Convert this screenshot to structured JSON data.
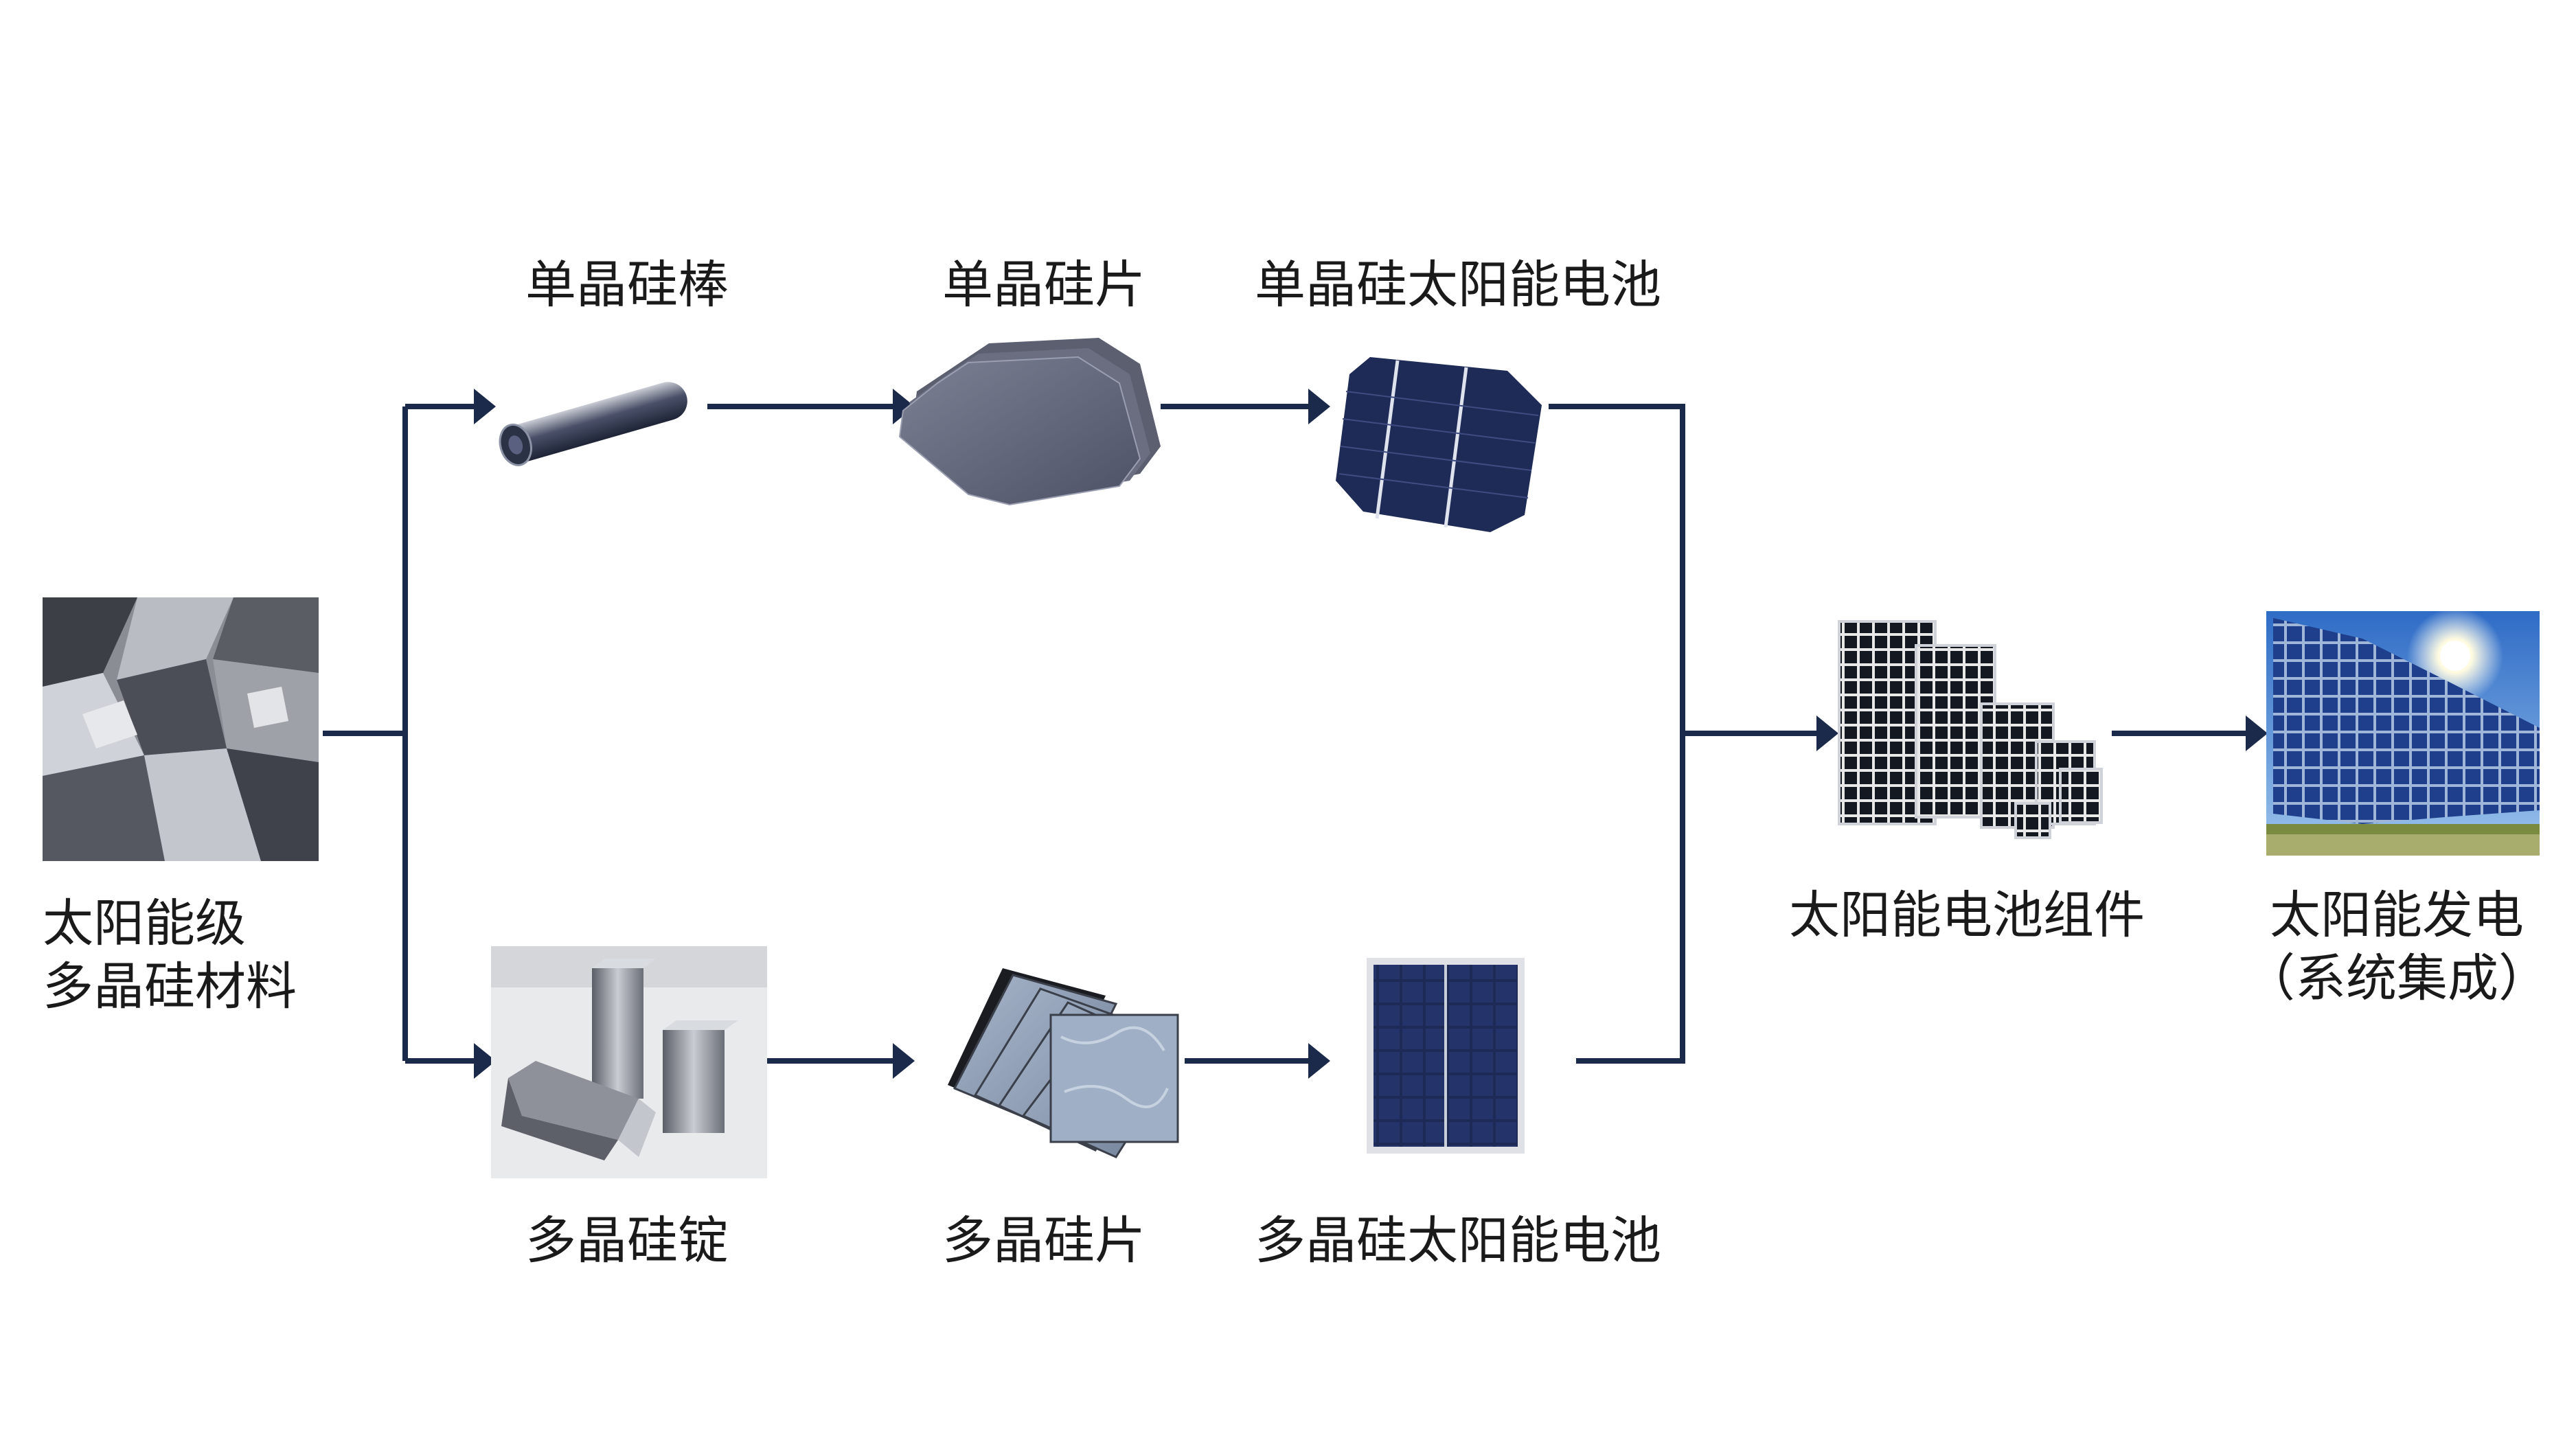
{
  "nodes": {
    "raw_material": {
      "label_line1": "太阳能级",
      "label_line2": "多晶硅材料"
    },
    "mono_rod": {
      "label": "单晶硅棒"
    },
    "mono_wafer": {
      "label": "单晶硅片"
    },
    "mono_cell": {
      "label": "单晶硅太阳能电池"
    },
    "multi_ingot": {
      "label": "多晶硅锭"
    },
    "multi_wafer": {
      "label": "多晶硅片"
    },
    "multi_cell": {
      "label": "多晶硅太阳能电池"
    },
    "module": {
      "label": "太阳能电池组件"
    },
    "power": {
      "label_line1": "太阳能发电",
      "label_line2": "（系统集成）"
    }
  },
  "colors": {
    "arrow": "#1b2a4a",
    "silicon": "#6b6f78",
    "cell_blue": "#1d2a55",
    "sky": "#3d7ad0"
  }
}
